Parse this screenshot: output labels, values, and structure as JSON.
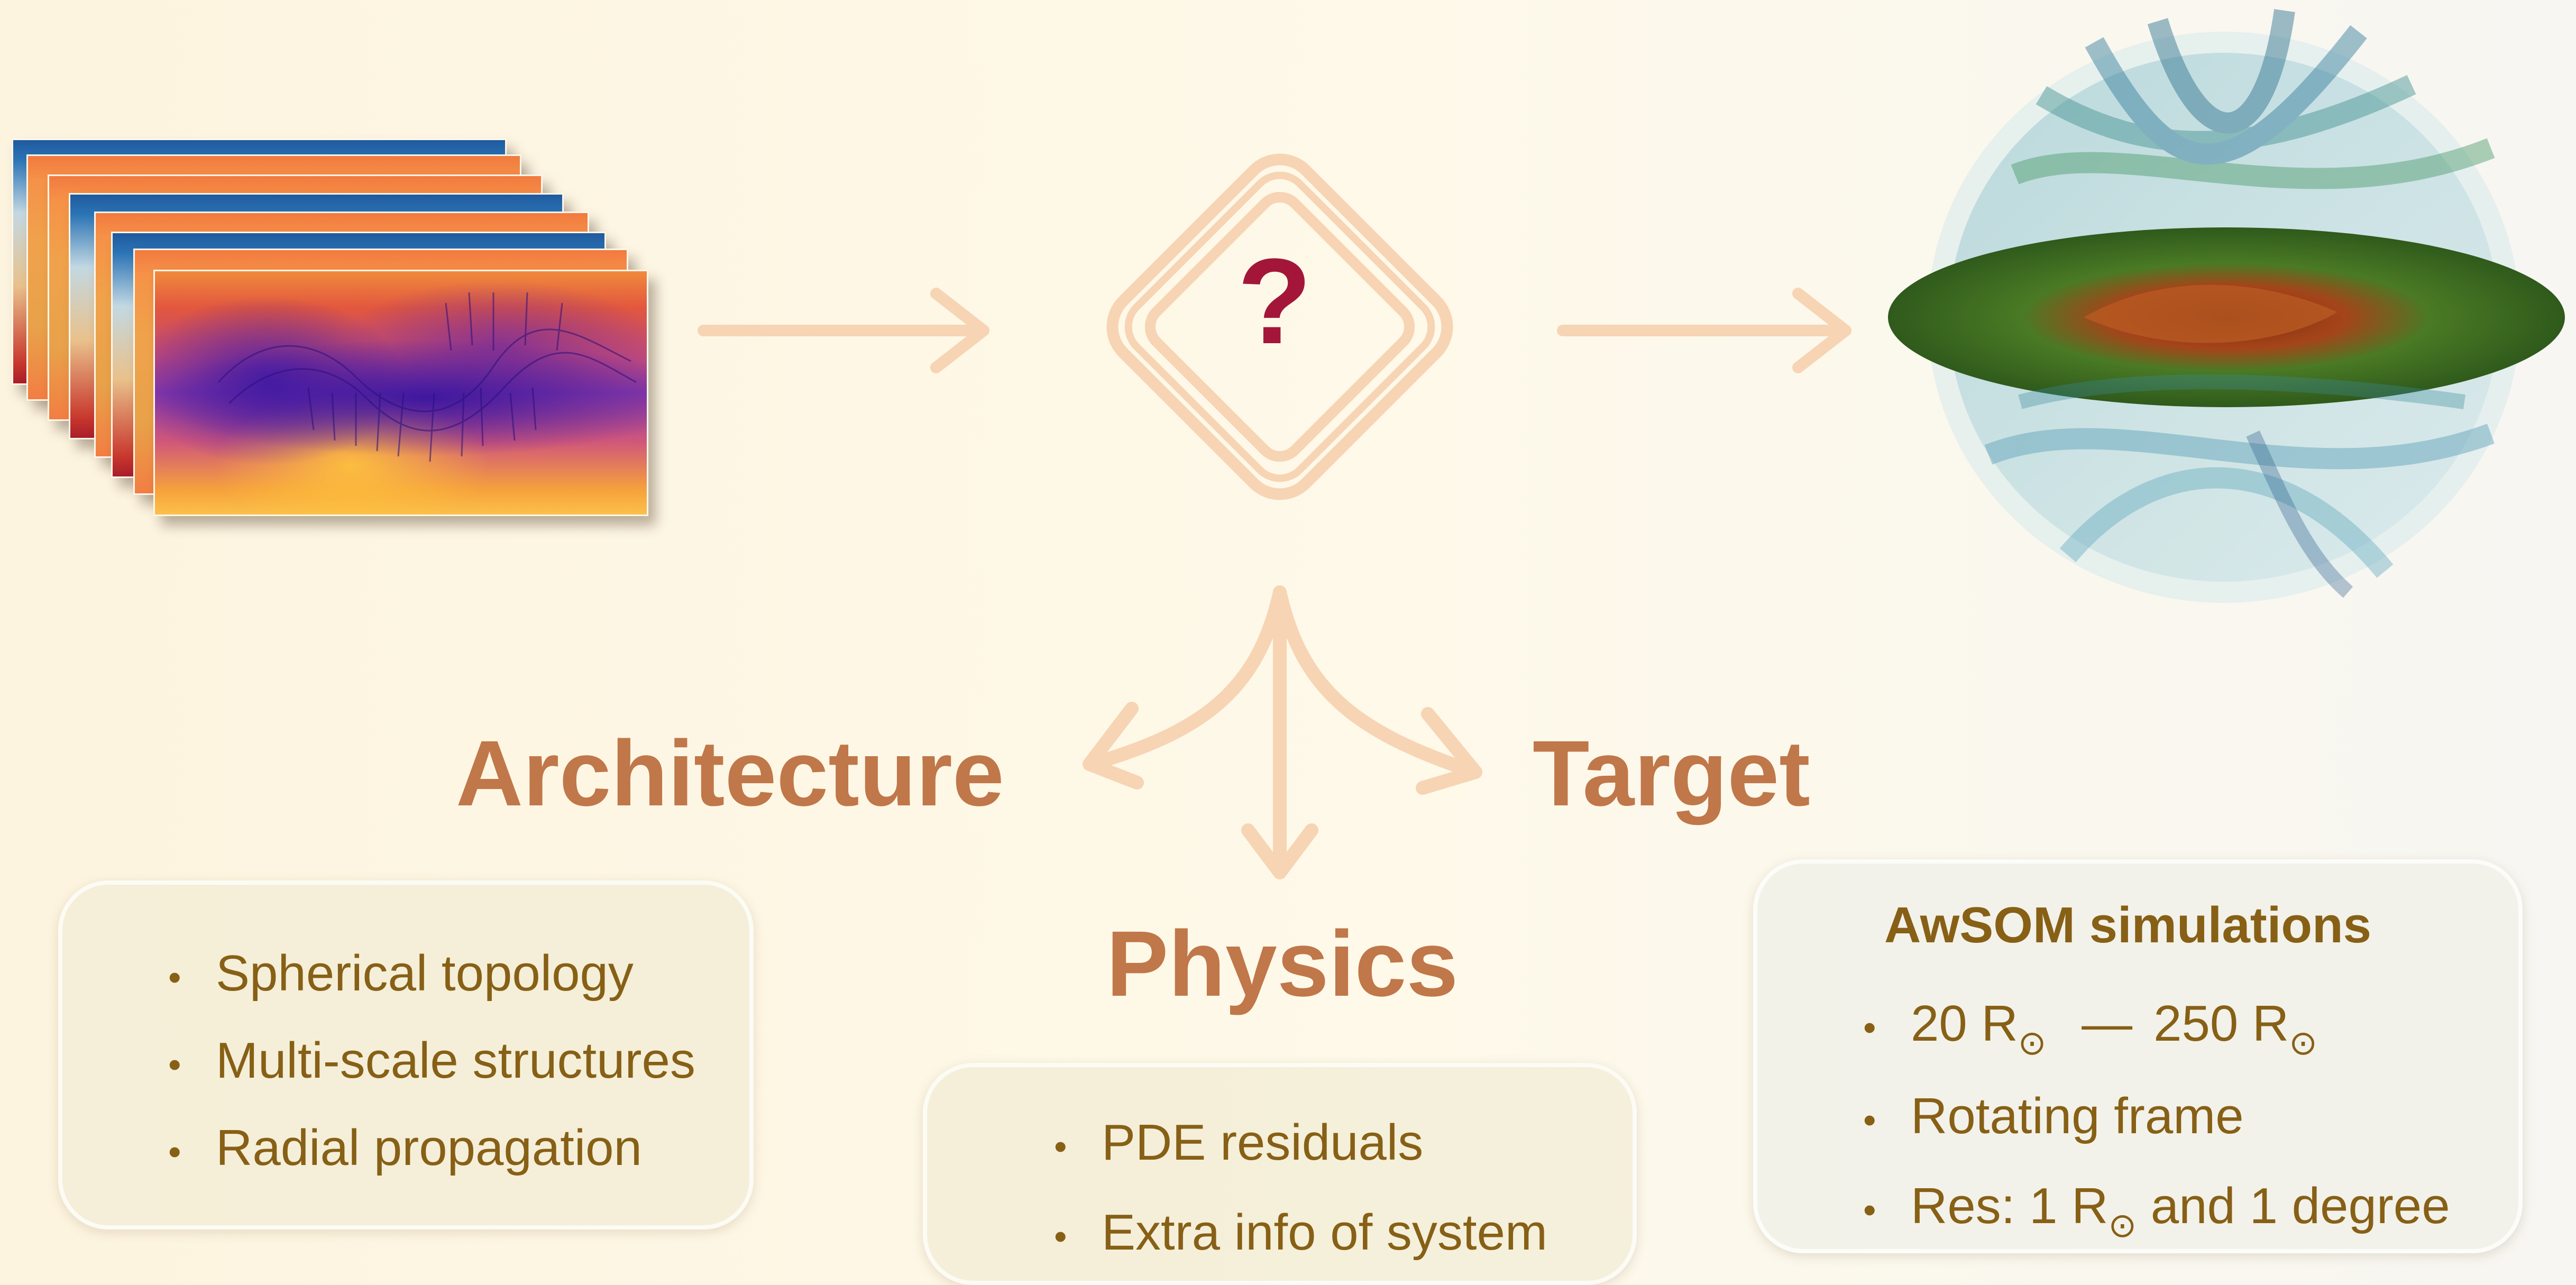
{
  "center": {
    "symbol": "?"
  },
  "headings": {
    "architecture": "Architecture",
    "physics": "Physics",
    "target": "Target"
  },
  "architecture_card": {
    "items": [
      "Spherical topology",
      "Multi-scale structures",
      "Radial propagation"
    ]
  },
  "physics_card": {
    "items": [
      "PDE residuals",
      "Extra info of system"
    ]
  },
  "target_card": {
    "title": "AwSOM simulations",
    "range": {
      "from_value": "20 R",
      "sep": "—",
      "to_value": "250 R",
      "subscript": "⊙"
    },
    "rotating": "Rotating frame",
    "res": {
      "prefix": "Res: 1 R",
      "subscript": "⊙",
      "suffix": " and 1 degree"
    }
  },
  "colors": {
    "background": "#fdf4df",
    "arrow": "#f7d4b4",
    "heading": "#c07749",
    "card_text": "#876016",
    "question_mark": "#a3163a"
  },
  "icons": {
    "input": "stacked-solar-maps",
    "output": "coronal-3d-visualization",
    "model": "diamond-question-box"
  }
}
